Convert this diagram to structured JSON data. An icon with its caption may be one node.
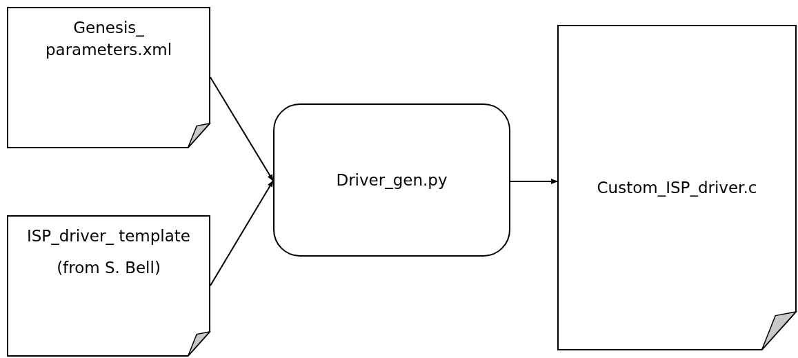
{
  "diagram": {
    "nodes": [
      {
        "text": [
          "Genesis_ parameters.xml"
        ]
      },
      {
        "text": [
          "ISP_driver_ template",
          "(from S. Bell)"
        ]
      },
      {
        "text": [
          "Driver_gen.py"
        ]
      },
      {
        "text": [
          "Custom_ISP_driver.c"
        ]
      }
    ],
    "edges": [
      {
        "from": 0,
        "to": 2,
        "arrow": "to"
      },
      {
        "from": 1,
        "to": 2,
        "arrow": "to"
      },
      {
        "from": 2,
        "to": 3,
        "arrow": "to"
      }
    ]
  }
}
